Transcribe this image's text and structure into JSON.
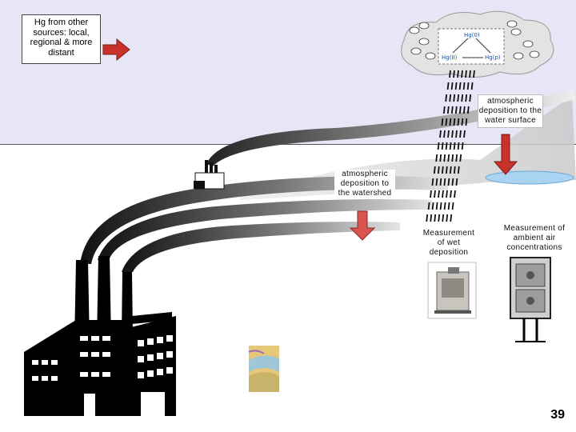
{
  "sources_box": "Hg from other sources: local, regional & more distant",
  "cloud": {
    "species_top": "Hg(0)",
    "species_left": "Hg(II)",
    "species_right": "Hg(p)"
  },
  "label_water": "atmospheric deposition to the water surface",
  "label_watershed": "atmospheric deposition to the watershed",
  "label_wet": "Measurement of wet deposition",
  "label_air": "Measurement of ambient air concentrations",
  "page_number": "39",
  "colors": {
    "sky": "#e6e6f7",
    "arrow_red": "#c8322a",
    "arrow_watershed": "#d9534f",
    "smoke": "#333333",
    "water": "#a9d3f0"
  }
}
